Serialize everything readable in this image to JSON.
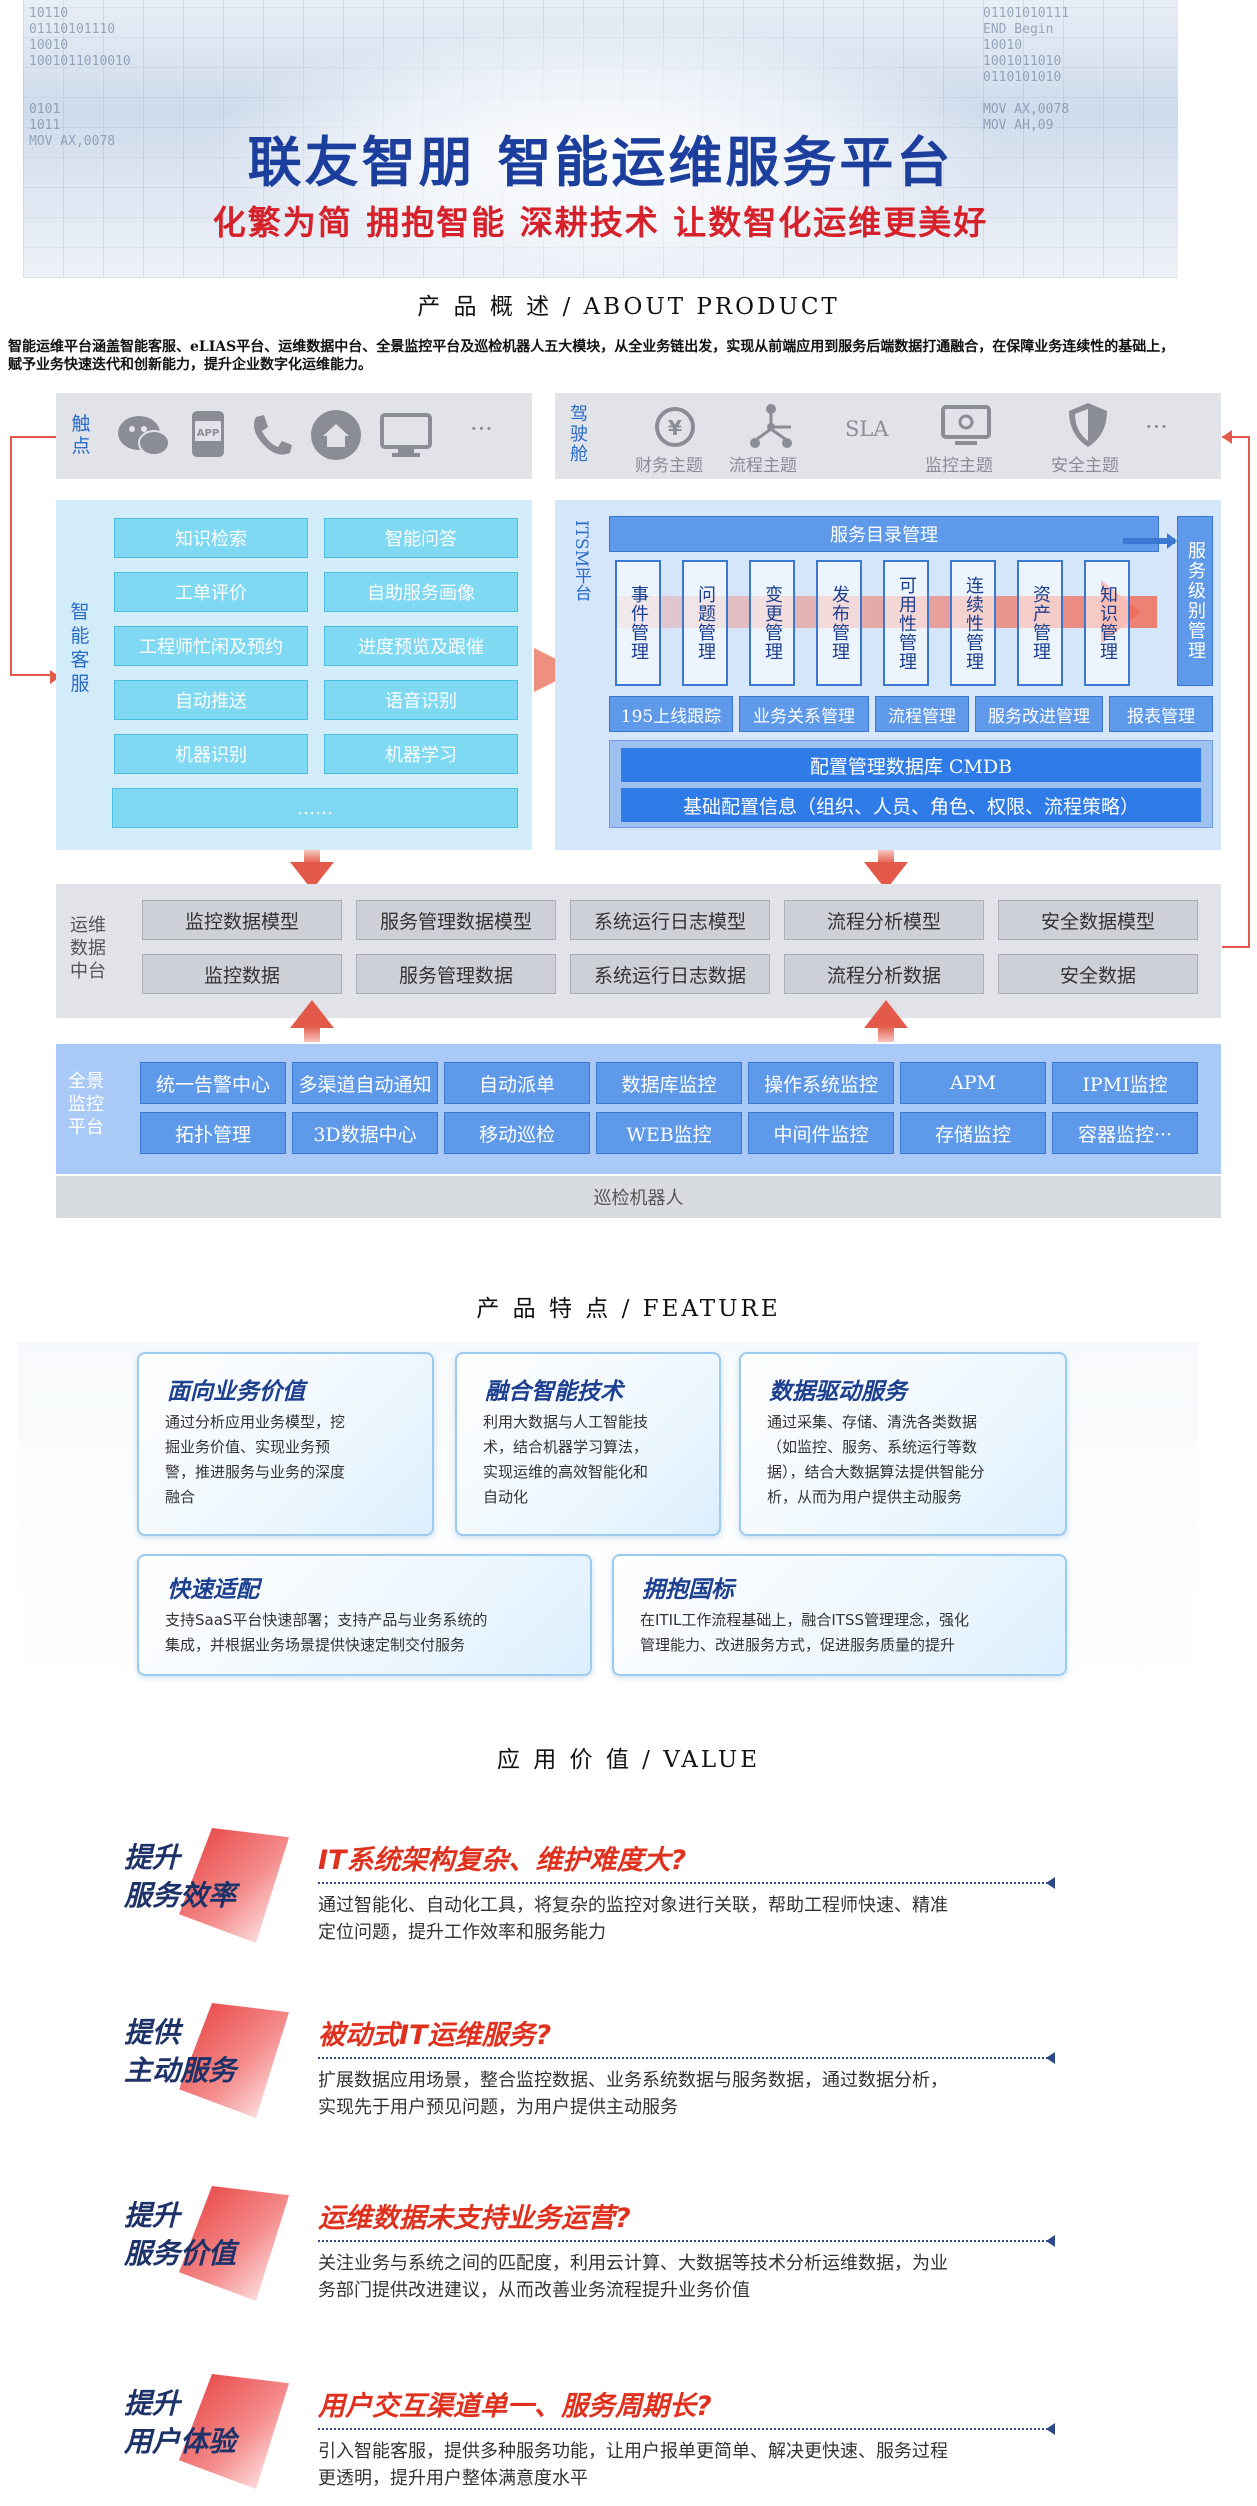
{
  "banner": {
    "title": "联友智朋  智能运维服务平台",
    "subtitle": "化繁为简  拥抱智能  深耕技术  让数智化运维更美好"
  },
  "sections": {
    "about": "产 品 概 述 / ABOUT PRODUCT",
    "feature": "产 品 特 点 / FEATURE",
    "value": "应 用 价 值 / VALUE"
  },
  "intro": "智能运维平台涵盖智能客服、eLIAS平台、运维数据中台、全景监控平台及巡检机器人五大模块，从全业务链出发，实现从前端应用到服务后端数据打通融合，在保障业务连续性的基础上，赋予业务快速迭代和创新能力，提升企业数字化运维能力。",
  "diagram": {
    "touch_label": "触点",
    "touch_more": "···",
    "cockpit_label": "驾驶舱",
    "cockpit_items": [
      "财务主题",
      "流程主题",
      "SLA",
      "监控主题",
      "安全主题"
    ],
    "cockpit_more": "···",
    "smart_cs_label": "智能客服",
    "smart_cs_items": [
      "知识检索",
      "智能问答",
      "工单评价",
      "自助服务画像",
      "工程师忙闲及预约",
      "进度预览及跟催",
      "自动推送",
      "语音识别",
      "机器识别",
      "机器学习"
    ],
    "smart_cs_more": "……",
    "itsm_label": "ITSM平台",
    "itsm_catalog": "服务目录管理",
    "itsm_sla": "服务级别管理",
    "itsm_procs": [
      "事件管理",
      "问题管理",
      "变更管理",
      "发布管理",
      "可用性管理",
      "连续性管理",
      "资产管理",
      "知识管理"
    ],
    "itsm_row": [
      "195上线跟踪",
      "业务关系管理",
      "流程管理",
      "服务改进管理",
      "报表管理"
    ],
    "cmdb": "配置管理数据库 CMDB",
    "cmdb_base": "基础配置信息（组织、人员、角色、权限、流程策略）",
    "ops_label": "运维数据中台",
    "ops_models": [
      "监控数据模型",
      "服务管理数据模型",
      "系统运行日志模型",
      "流程分析模型",
      "安全数据模型"
    ],
    "ops_data": [
      "监控数据",
      "服务管理数据",
      "系统运行日志数据",
      "流程分析数据",
      "安全数据"
    ],
    "mon_label": "全景监控平台",
    "mon_row1": [
      "统一告警中心",
      "多渠道自动通知",
      "自动派单",
      "数据库监控",
      "操作系统监控",
      "APM",
      "IPMI监控"
    ],
    "mon_row2": [
      "拓扑管理",
      "3D数据中心",
      "移动巡检",
      "WEB监控",
      "中间件监控",
      "存储监控",
      "容器监控···"
    ],
    "robot": "巡检机器人"
  },
  "features": [
    {
      "title": "面向业务价值",
      "text": [
        "通过分析应用业务模型，挖",
        "掘业务价值、实现业务预",
        "警，推进服务与业务的深度",
        "融合"
      ]
    },
    {
      "title": "融合智能技术",
      "text": [
        "利用大数据与人工智能技",
        "术，结合机器学习算法，",
        "实现运维的高效智能化和",
        "自动化"
      ]
    },
    {
      "title": "数据驱动服务",
      "text": [
        "通过采集、存储、清洗各类数据",
        "（如监控、服务、系统运行等数",
        "据），结合大数据算法提供智能分",
        "析，从而为用户提供主动服务"
      ]
    },
    {
      "title": "快速适配",
      "text": [
        "支持SaaS平台快速部署；支持产品与业务系统的",
        "集成，并根据业务场景提供快速定制交付服务"
      ]
    },
    {
      "title": "拥抱国标",
      "text": [
        "在ITIL工作流程基础上，融合ITSS管理理念，强化",
        "管理能力、改进服务方式，促进服务质量的提升"
      ]
    }
  ],
  "values": [
    {
      "badge": [
        "提升",
        "服务效率"
      ],
      "head": "IT系统架构复杂、维护难度大?",
      "desc": [
        "通过智能化、自动化工具，将复杂的监控对象进行关联，帮助工程师快速、精准",
        "定位问题，提升工作效率和服务能力"
      ]
    },
    {
      "badge": [
        "提供",
        "主动服务"
      ],
      "head": "被动式IT运维服务?",
      "desc": [
        "扩展数据应用场景，整合监控数据、业务系统数据与服务数据，通过数据分析，",
        "实现先于用户预见问题，为用户提供主动服务"
      ]
    },
    {
      "badge": [
        "提升",
        "服务价值"
      ],
      "head": "运维数据未支持业务运营?",
      "desc": [
        "关注业务与系统之间的匹配度，利用云计算、大数据等技术分析运维数据，为业",
        "务部门提供改进建议，从而改善业务流程提升业务价值"
      ]
    },
    {
      "badge": [
        "提升",
        "用户体验"
      ],
      "head": "用户交互渠道单一、服务周期长?",
      "desc": [
        "引入智能客服，提供多种服务功能，让用户报单更简单、解决更快速、服务过程",
        "更透明，提升用户整体满意度水平"
      ]
    }
  ]
}
